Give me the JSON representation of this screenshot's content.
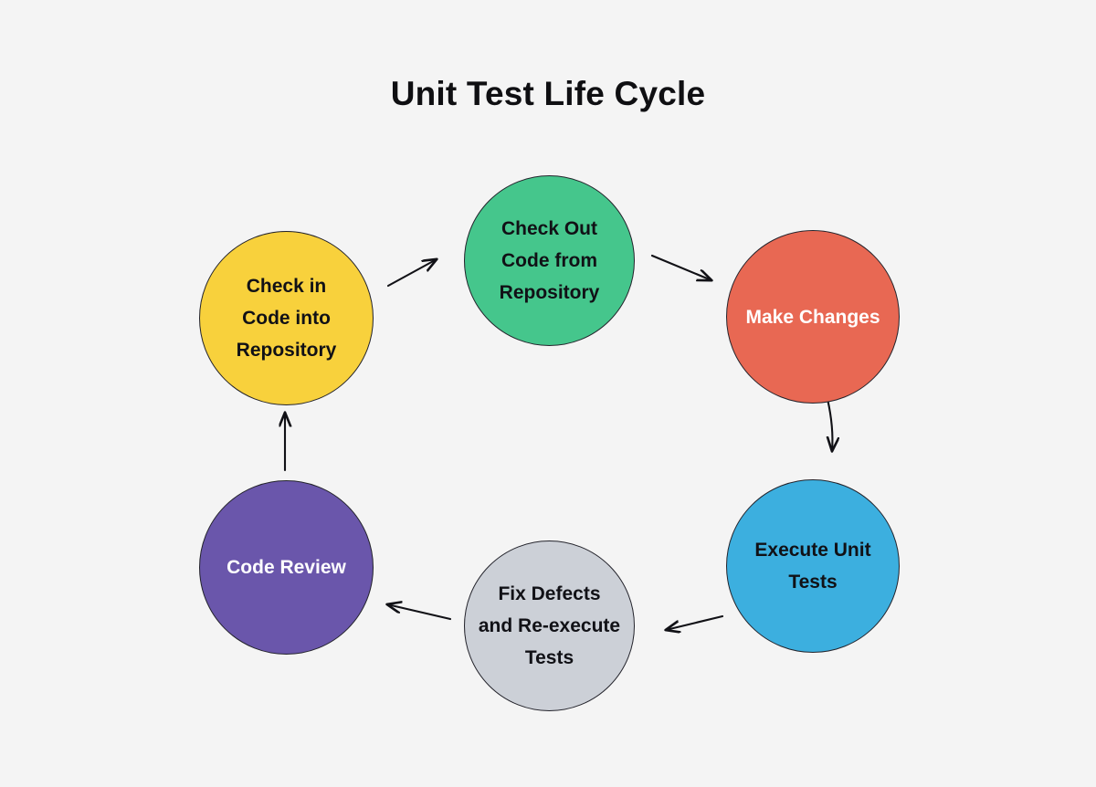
{
  "page": {
    "title": "Unit Test Life Cycle",
    "background_color": "#f4f4f4"
  },
  "chart_data": {
    "type": "diagram",
    "diagram_kind": "cycle-flowchart",
    "title": "Unit Test Life Cycle",
    "nodes": [
      {
        "id": "check-in",
        "label": "Check in\nCode into\nRepository",
        "color": "#f8d13c",
        "text_color": "#111116",
        "order": 1
      },
      {
        "id": "check-out",
        "label": "Check Out\nCode from\nRepository",
        "color": "#45c68c",
        "text_color": "#111116",
        "order": 2
      },
      {
        "id": "make-changes",
        "label": "Make Changes",
        "color": "#e86853",
        "text_color": "#ffffff",
        "order": 3
      },
      {
        "id": "execute-tests",
        "label": "Execute Unit\nTests",
        "color": "#3cafdf",
        "text_color": "#111116",
        "order": 4
      },
      {
        "id": "fix-defects",
        "label": "Fix Defects\nand Re-execute\nTests",
        "color": "#ccd0d7",
        "text_color": "#111116",
        "order": 5
      },
      {
        "id": "code-review",
        "label": "Code Review",
        "color": "#6a56ab",
        "text_color": "#ffffff",
        "order": 6
      }
    ],
    "edges": [
      {
        "from": "check-in",
        "to": "check-out",
        "style": "arrow"
      },
      {
        "from": "check-out",
        "to": "make-changes",
        "style": "arrow"
      },
      {
        "from": "make-changes",
        "to": "execute-tests",
        "style": "arrow"
      },
      {
        "from": "execute-tests",
        "to": "fix-defects",
        "style": "arrow"
      },
      {
        "from": "fix-defects",
        "to": "code-review",
        "style": "arrow"
      },
      {
        "from": "code-review",
        "to": "check-in",
        "style": "arrow"
      }
    ],
    "legend": [],
    "arrow_color": "#111116"
  }
}
